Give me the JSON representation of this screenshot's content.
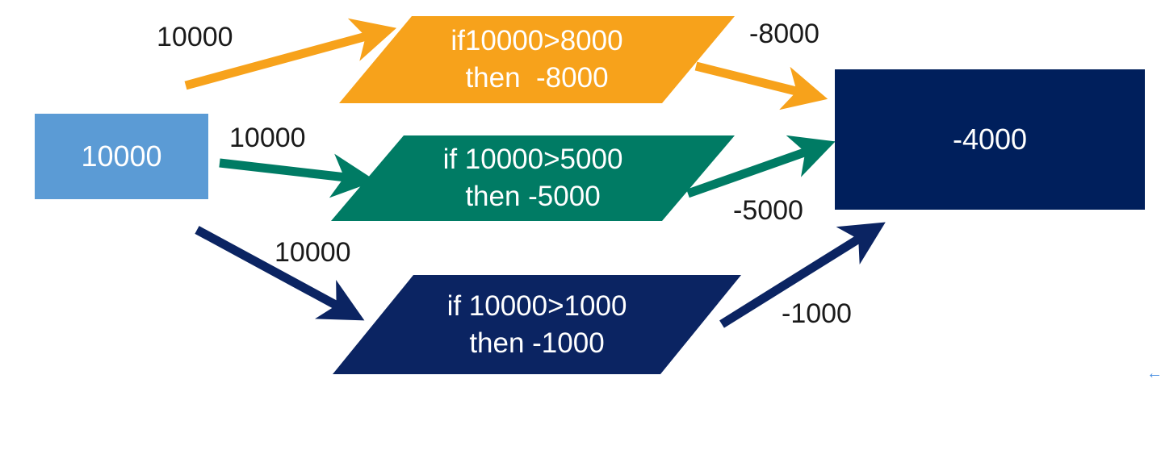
{
  "source": {
    "label": "10000",
    "color": "#5b9bd5"
  },
  "result": {
    "label": "-4000",
    "color": "#001f5c"
  },
  "branches": [
    {
      "line1": "if10000>8000",
      "line2": "then  -8000",
      "color": "#f7a21b",
      "input_label": "10000",
      "output_label": "-8000"
    },
    {
      "line1": "if 10000>5000",
      "line2": "then -5000",
      "color": "#007b64",
      "input_label": "10000",
      "output_label": "-5000"
    },
    {
      "line1": "if 10000>1000",
      "line2": "then -1000",
      "color": "#0b2462",
      "input_label": "10000",
      "output_label": "-1000"
    }
  ],
  "corner_icon": {
    "icon": "arrow-left-icon",
    "glyph": "←"
  }
}
